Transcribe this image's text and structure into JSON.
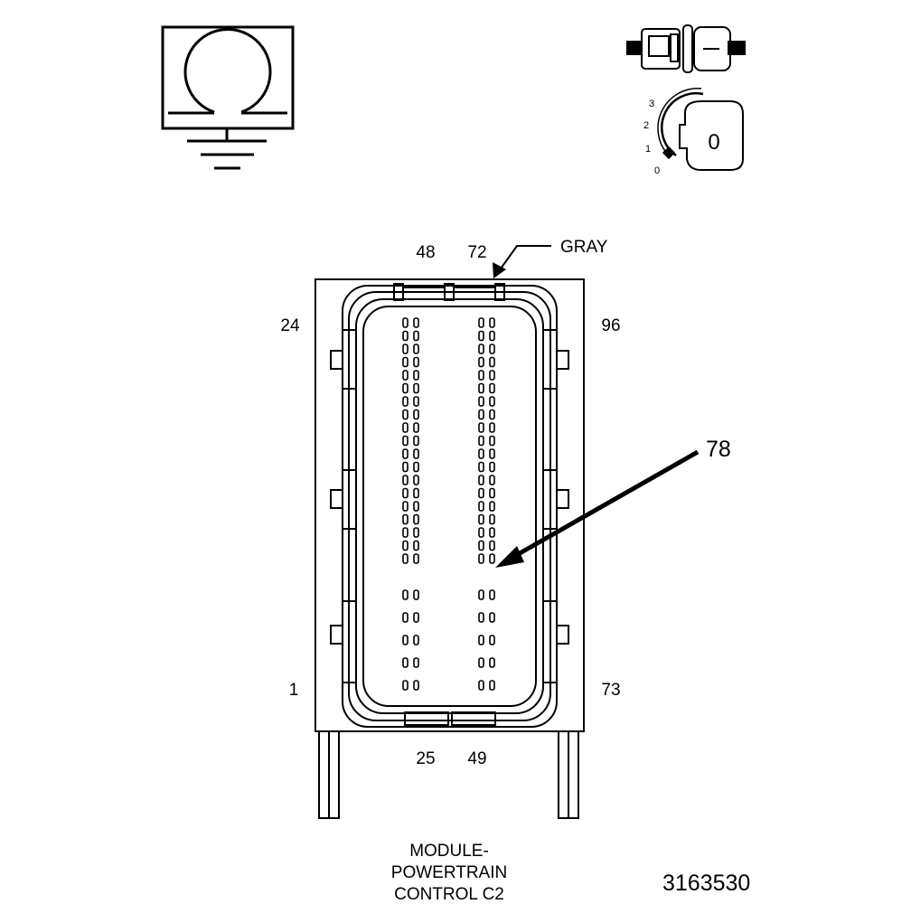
{
  "pin_labels": {
    "top_left": "48",
    "top_right": "72",
    "upper_left": "24",
    "upper_right": "96",
    "lower_left": "1",
    "lower_right": "73",
    "bottom_left": "25",
    "bottom_right": "49"
  },
  "callouts": {
    "color": "GRAY",
    "pin": "78"
  },
  "caption": {
    "line1": "MODULE-",
    "line2": "POWERTRAIN",
    "line3": "CONTROL C2"
  },
  "figure_number": "3163530",
  "ignition_icon": {
    "positions": [
      "3",
      "2",
      "1",
      "0"
    ],
    "key_symbol": "0"
  }
}
